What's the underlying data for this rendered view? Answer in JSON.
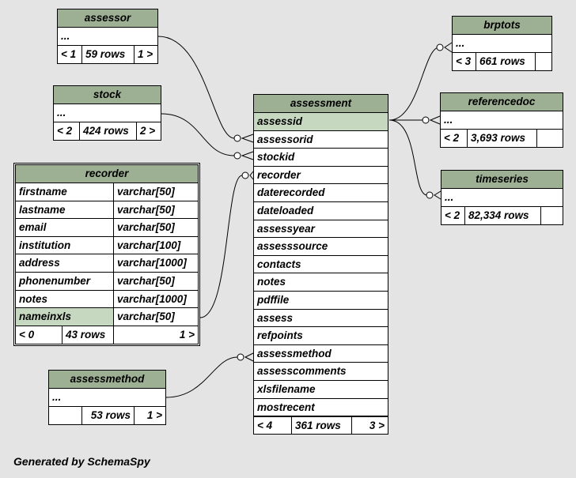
{
  "tables": {
    "assessor": {
      "name": "assessor",
      "ellipsis": "...",
      "foot": [
        "< 1",
        "59 rows",
        "1 >"
      ]
    },
    "stock": {
      "name": "stock",
      "ellipsis": "...",
      "foot": [
        "< 2",
        "424 rows",
        "2 >"
      ]
    },
    "recorder": {
      "name": "recorder",
      "columns": [
        {
          "name": "firstname",
          "type": "varchar[50]"
        },
        {
          "name": "lastname",
          "type": "varchar[50]"
        },
        {
          "name": "email",
          "type": "varchar[50]"
        },
        {
          "name": "institution",
          "type": "varchar[100]"
        },
        {
          "name": "address",
          "type": "varchar[1000]"
        },
        {
          "name": "phonenumber",
          "type": "varchar[50]"
        },
        {
          "name": "notes",
          "type": "varchar[1000]"
        },
        {
          "name": "nameinxls",
          "type": "varchar[50]"
        }
      ],
      "foot": [
        "< 0",
        "43 rows",
        "1 >"
      ]
    },
    "assessmethod": {
      "name": "assessmethod",
      "ellipsis": "...",
      "foot": [
        "",
        "53 rows",
        "1 >"
      ]
    },
    "assessment": {
      "name": "assessment",
      "columns": [
        "assessid",
        "assessorid",
        "stockid",
        "recorder",
        "daterecorded",
        "dateloaded",
        "assessyear",
        "assesssource",
        "contacts",
        "notes",
        "pdffile",
        "assess",
        "refpoints",
        "assessmethod",
        "assesscomments",
        "xlsfilename",
        "mostrecent"
      ],
      "foot": [
        "< 4",
        "361 rows",
        "3 >"
      ]
    },
    "brptots": {
      "name": "brptots",
      "ellipsis": "...",
      "foot": [
        "< 3",
        "661 rows",
        ""
      ]
    },
    "referencedoc": {
      "name": "referencedoc",
      "ellipsis": "...",
      "foot": [
        "< 2",
        "3,693 rows",
        ""
      ]
    },
    "timeseries": {
      "name": "timeseries",
      "ellipsis": "...",
      "foot": [
        "< 2",
        "82,334 rows",
        ""
      ]
    }
  },
  "generated_by": "Generated by SchemaSpy"
}
